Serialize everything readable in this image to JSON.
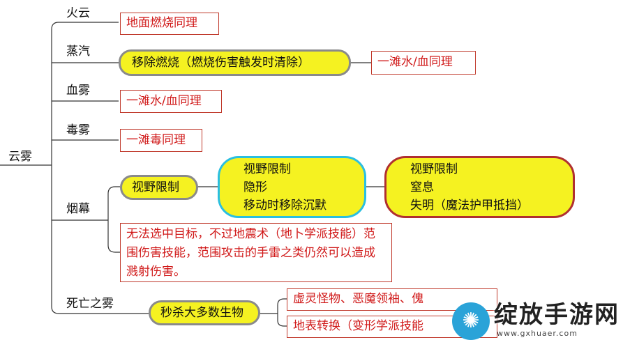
{
  "root": {
    "label": "云雾"
  },
  "branches": {
    "huoyun": {
      "label": "火云",
      "note": "地面燃烧同理"
    },
    "zhengqi": {
      "label": "蒸汽",
      "pill": "移除燃烧（燃烧伤害触发时清除）",
      "note": "一滩水/血同理"
    },
    "xuewu": {
      "label": "血雾",
      "note": "一滩水/血同理"
    },
    "duwu": {
      "label": "毒雾",
      "note": "一滩毒同理"
    },
    "yanmu": {
      "label": "烟幕",
      "pill": "视野限制",
      "cyan_box": [
        "视野限制",
        "隐形",
        "移动时移除沉默"
      ],
      "red_box": [
        "视野限制",
        "窒息",
        "失明（魔法护甲抵挡）"
      ],
      "note": "无法选中目标，不过地震术（地卜学派技能）范围伤害技能，范围攻击的手雷之类仍然可以造成溅射伤害。"
    },
    "siwang": {
      "label": "死亡之雾",
      "pill": "秒杀大多数生物",
      "notes": [
        "虚灵怪物、恶魔领袖、傀",
        "地表转换（变形学派技能"
      ]
    }
  },
  "watermark": {
    "icon": "octopus-logo",
    "text": "绽放手游网",
    "url": "www.gxhuaer.com"
  },
  "colors": {
    "pill_fill": "#f5f221",
    "note_border": "#c0392b",
    "note_text": "#d01818",
    "cyan_border": "#2bbfe0",
    "red_border": "#b03030"
  }
}
